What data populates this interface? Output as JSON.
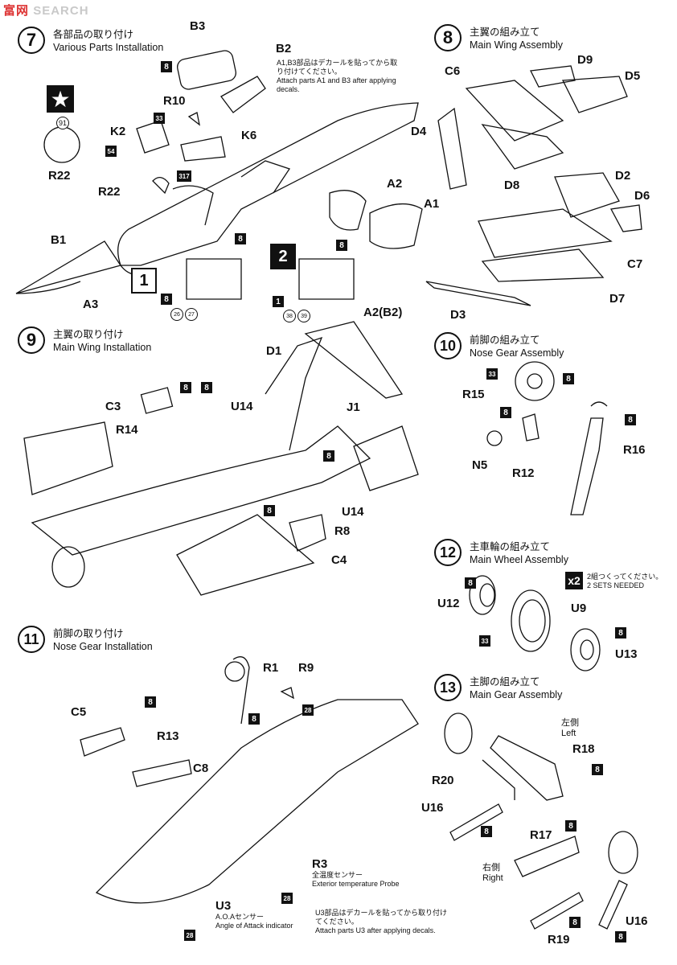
{
  "watermark": {
    "left": "富",
    "right": "SEARCH",
    "mid": "网"
  },
  "steps": [
    {
      "num": "7",
      "jp": "各部品の取り付け",
      "en": "Various Parts Installation"
    },
    {
      "num": "8",
      "jp": "主翼の組み立て",
      "en": "Main Wing Assembly"
    },
    {
      "num": "9",
      "jp": "主翼の取り付け",
      "en": "Main Wing Installation"
    },
    {
      "num": "10",
      "jp": "前脚の組み立て",
      "en": "Nose Gear Assembly"
    },
    {
      "num": "11",
      "jp": "前脚の取り付け",
      "en": "Nose Gear Installation"
    },
    {
      "num": "12",
      "jp": "主車輪の組み立て",
      "en": "Main Wheel Assembly"
    },
    {
      "num": "13",
      "jp": "主脚の組み立て",
      "en": "Main Gear Assembly"
    }
  ],
  "notes": {
    "a1b3_jp": "A1,B3部品はデカールを貼ってから取り付けてください。",
    "a1b3_en": "Attach parts A1 and B3 after applying decals.",
    "sets_jp": "2組つくってください。",
    "sets_en": "2 SETS NEEDED",
    "x2": "x2",
    "u3_jp": "U3部品はデカールを貼ってから取り付けてください。",
    "u3_en": "Attach parts U3 after applying decals.",
    "r3_jp": "全温度センサー",
    "r3_en": "Exterior temperature Probe",
    "u3lbl_jp": "A.O.Aセンサー",
    "u3lbl_en": "Angle of Attack indicator",
    "left_jp": "左側",
    "left_en": "Left",
    "right_jp": "右側",
    "right_en": "Right"
  },
  "parts": {
    "B3": "B3",
    "B2": "B2",
    "R10": "R10",
    "K2": "K2",
    "K6": "K6",
    "R22a": "R22",
    "R22b": "R22",
    "A2": "A2",
    "A1": "A1",
    "B1": "B1",
    "A3": "A3",
    "A2B2": "A2(B2)",
    "C6": "C6",
    "D9": "D9",
    "D5": "D5",
    "D4": "D4",
    "D8": "D8",
    "D2": "D2",
    "D6": "D6",
    "C7": "C7",
    "D7": "D7",
    "D3": "D3",
    "D1": "D1",
    "C3": "C3",
    "U14a": "U14",
    "R14": "R14",
    "J1": "J1",
    "U14b": "U14",
    "R8": "R8",
    "C4": "C4",
    "R15": "R15",
    "R16": "R16",
    "N5": "N5",
    "R12": "R12",
    "R1": "R1",
    "R9": "R9",
    "C5": "C5",
    "R13": "R13",
    "C8": "C8",
    "R3": "R3",
    "U3": "U3",
    "U12": "U12",
    "U9": "U9",
    "U13": "U13",
    "R18": "R18",
    "R20": "R20",
    "U16a": "U16",
    "R17": "R17",
    "U16b": "U16",
    "R19": "R19"
  },
  "paint": {
    "p8": "8",
    "p33": "33",
    "p54": "54",
    "p317": "317",
    "p28": "28",
    "p1": "1",
    "p91": "91",
    "p26": "26",
    "p27": "27",
    "p38": "38",
    "p39": "39",
    "opt1": "1",
    "opt2": "2"
  }
}
